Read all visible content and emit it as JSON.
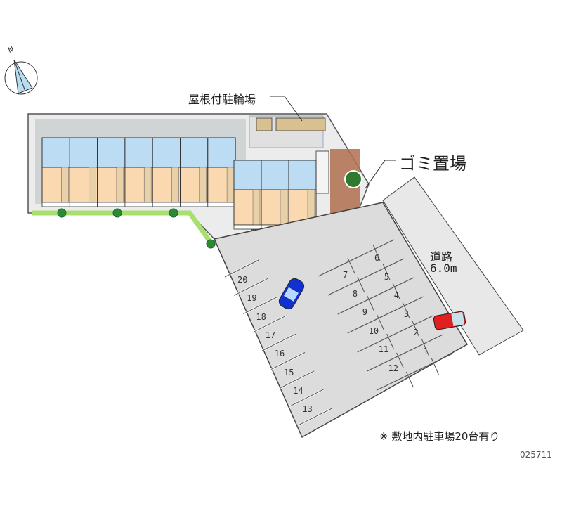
{
  "labels": {
    "bike_parking": "屋根付駐輪場",
    "garbage": "ゴミ置場",
    "road_name": "道路",
    "road_width": "6.0m",
    "note": "※ 敷地内駐車場20台有り",
    "code": "025711",
    "compass_north": "N"
  },
  "parking_stalls": {
    "left_column": [
      "20",
      "19",
      "18",
      "17",
      "16",
      "15",
      "14",
      "13"
    ],
    "middle_column": [
      "7",
      "8",
      "9",
      "10",
      "11",
      "12"
    ],
    "right_column": [
      "6",
      "5",
      "4",
      "3",
      "2",
      "1"
    ]
  },
  "colors": {
    "lot": "#ececec",
    "parking": "#dcdcdc",
    "unit_wet": "#bcdcf4",
    "unit_room": "#fad9b0",
    "green": "#a8e070",
    "brick": "#b07050",
    "car_blue": "#1030d0",
    "car_red": "#e02020"
  },
  "units_upper_row": 7,
  "units_lower_row": 3
}
